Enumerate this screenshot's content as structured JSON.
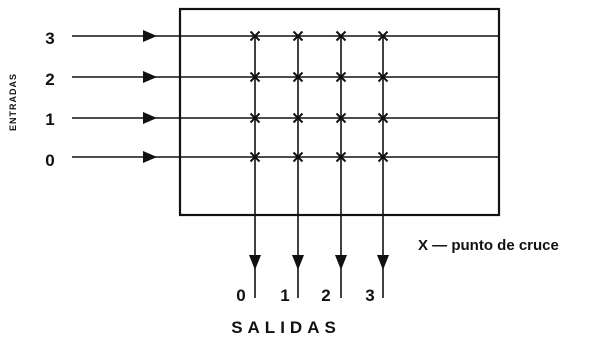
{
  "inputs_title": "ENTRADAS",
  "outputs_title": "SALIDAS",
  "input_labels": [
    "3",
    "2",
    "1",
    "0"
  ],
  "output_labels": [
    "0",
    "1",
    "2",
    "3"
  ],
  "crosspoint_symbol": "X",
  "legend_text": "X — punto de cruce",
  "colors": {
    "ink": "#111111",
    "background": "#ffffff"
  }
}
